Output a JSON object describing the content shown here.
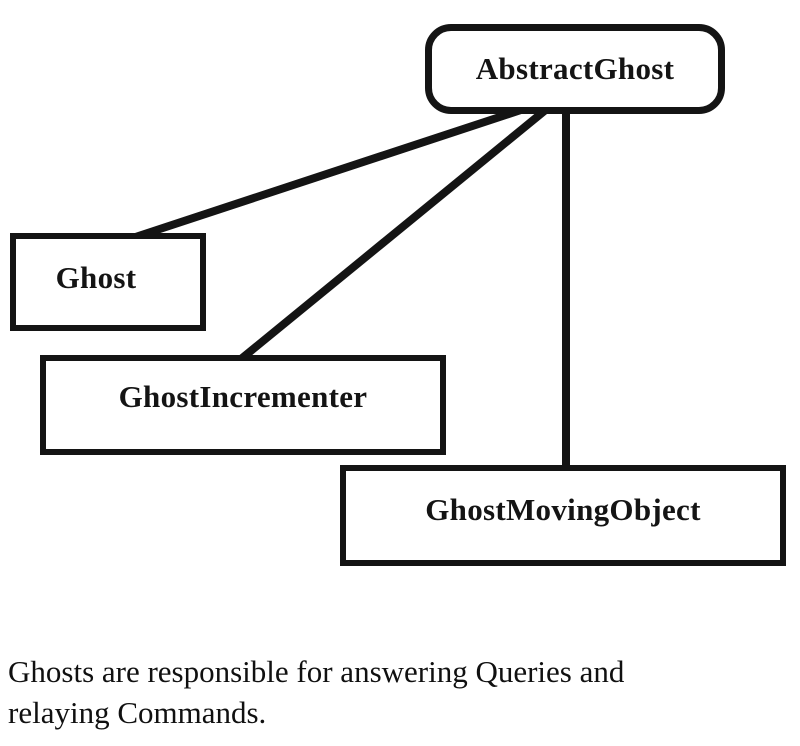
{
  "diagram": {
    "nodes": {
      "abstract_ghost": {
        "label": "AbstractGhost",
        "shape": "rounded-rect"
      },
      "ghost": {
        "label": "Ghost",
        "shape": "rect"
      },
      "ghost_incrementer": {
        "label": "GhostIncrementer",
        "shape": "rect"
      },
      "ghost_moving_object": {
        "label": "GhostMovingObject",
        "shape": "rect"
      }
    },
    "edges": [
      {
        "from": "AbstractGhost",
        "to": "Ghost"
      },
      {
        "from": "AbstractGhost",
        "to": "GhostIncrementer"
      },
      {
        "from": "AbstractGhost",
        "to": "GhostMovingObject"
      }
    ],
    "colors": {
      "ink": "#141414",
      "background": "#ffffff"
    }
  },
  "caption": {
    "lines": [
      "Ghosts are responsible for answering Queries and",
      "relaying Commands."
    ],
    "full_text": "Ghosts are responsible for answering Queries and relaying Commands."
  }
}
